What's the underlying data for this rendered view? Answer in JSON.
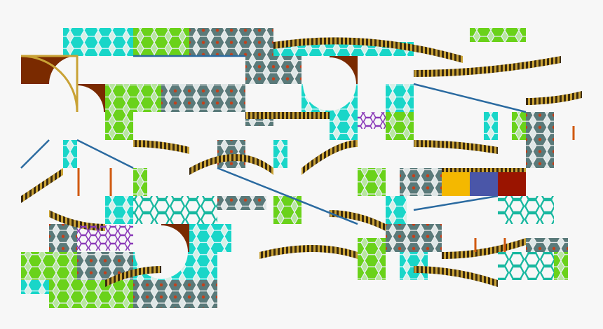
{
  "sheet": {
    "title": "",
    "tile_set": "hexagon-zone-tileset-icon",
    "swatches": [
      {
        "name": "yellow",
        "color": "#f4b800"
      },
      {
        "name": "blue",
        "color": "#4a56a8"
      },
      {
        "name": "red",
        "color": "#9a1400"
      }
    ]
  },
  "palette": {
    "background": "#f7f7f7",
    "hex_cyan": "#19d6c8",
    "hex_lime": "#6ad21a",
    "hex_slate": "#5a7a7a",
    "hex_teal": "#2a9a8a",
    "rail_gold": "#c9a235",
    "rail_dark": "#3a2a10",
    "pipe_red": "#c4401a",
    "hex_purple": "#8a3ab8",
    "hex_orange": "#e07a1a"
  }
}
